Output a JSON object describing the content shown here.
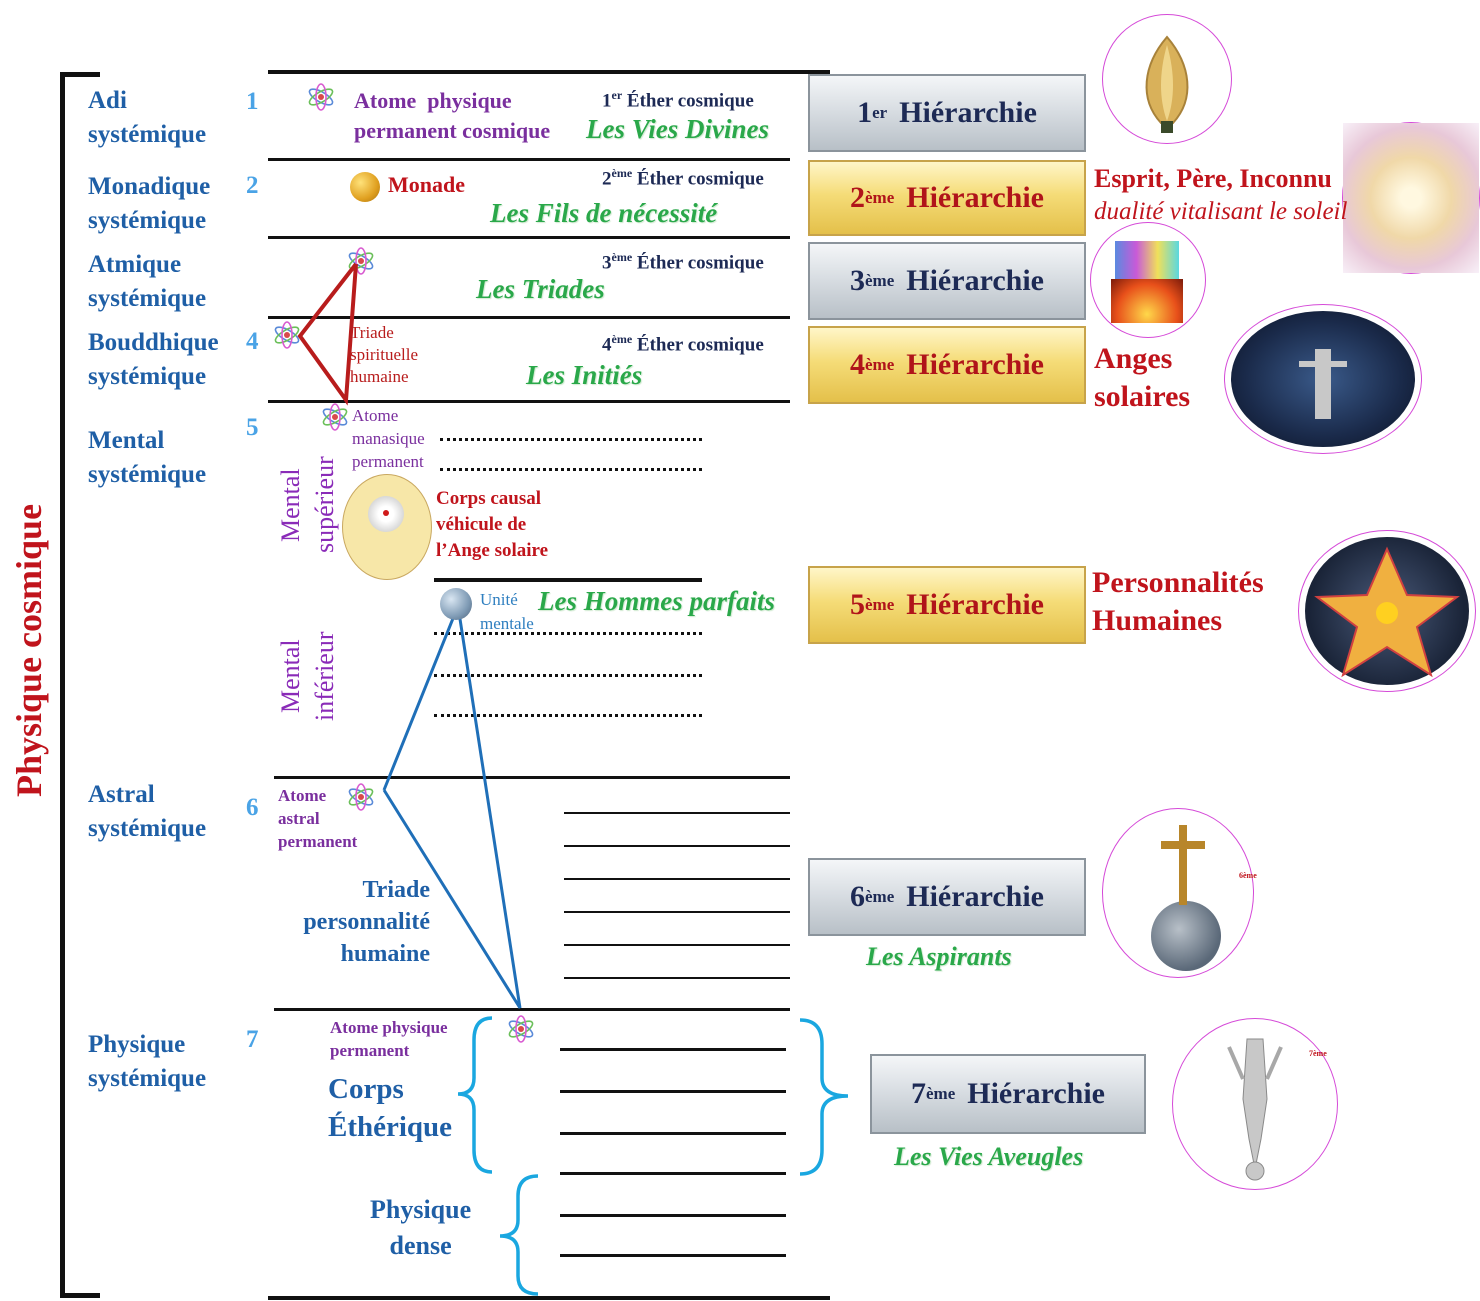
{
  "side_title": "Physique cosmique",
  "planes": [
    {
      "name": "Adi\nsystémique",
      "num": "1"
    },
    {
      "name": "Monadique\nsystémique",
      "num": "2"
    },
    {
      "name": "Atmique\nsystémique",
      "num": ""
    },
    {
      "name": "Bouddhique\nsystémique",
      "num": "4"
    },
    {
      "name": "Mental\nsystémique",
      "num": "5"
    },
    {
      "name": "Astral\nsystémique",
      "num": "6"
    },
    {
      "name": "Physique\nsystémique",
      "num": "7"
    }
  ],
  "ethers": [
    {
      "sup": "er",
      "pre": "1",
      "text": "Éther cosmique"
    },
    {
      "sup": "ème",
      "pre": "2",
      "text": "Éther cosmique"
    },
    {
      "sup": "ème",
      "pre": "3",
      "text": "Éther cosmique"
    },
    {
      "sup": "ème",
      "pre": "4",
      "text": "Éther cosmique"
    }
  ],
  "lives": {
    "divines": "Les Vies Divines",
    "fils": "Les Fils de nécessité",
    "triades": "Les Triades",
    "inities": "Les Initiés",
    "hommes": "Les Hommes parfaits",
    "aspirants": "Les Aspirants",
    "aveugles": "Les Vies Aveugles"
  },
  "labels": {
    "atome_physique_cosmique_1": "Atome  physique",
    "atome_physique_cosmique_2": "permanent cosmique",
    "monade": "Monade",
    "triade_spirituelle": "Triade\nspirituelle\nhumaine",
    "atome_manasique": "Atome\nmanasique\npermanent",
    "mental_superieur": "Mental\nsupérieur",
    "mental_inferieur": "Mental\ninférieur",
    "corps_causal": "Corps causal\nvéhicule de\nl’Ange solaire",
    "unite_mentale": "Unité\nmentale",
    "atome_astral": "Atome\nastral\npermanent",
    "triade_personnalite": "Triade\npersonnalité\nhumaine",
    "atome_physique_permanent": "Atome physique\npermanent",
    "corps_etherique": "Corps\nÉthérique",
    "physique_dense": "Physique\ndense"
  },
  "hierarchies": [
    {
      "pre": "1",
      "sup": "er",
      "text": "Hiérarchie",
      "style": "silver"
    },
    {
      "pre": "2",
      "sup": "ème",
      "text": "Hiérarchie",
      "style": "gold"
    },
    {
      "pre": "3",
      "sup": "ème",
      "text": "Hiérarchie",
      "style": "silver"
    },
    {
      "pre": "4",
      "sup": "ème",
      "text": "Hiérarchie",
      "style": "gold"
    },
    {
      "pre": "5",
      "sup": "ème",
      "text": "Hiérarchie",
      "style": "gold"
    },
    {
      "pre": "6",
      "sup": "ème",
      "text": "Hiérarchie",
      "style": "silver"
    },
    {
      "pre": "7",
      "sup": "ème",
      "text": "Hiérarchie",
      "style": "silver"
    }
  ],
  "side_notes": {
    "esprit": "Esprit, Père, Inconnu",
    "dualite": "dualité vitalisant le soleil",
    "anges": "Anges\nsolaires",
    "personnalites": "Personnalités\nHumaines",
    "sixieme": "6ème",
    "septieme": "7ème"
  },
  "colors": {
    "plane_blue": "#1f5fa6",
    "green": "#2aa84a",
    "red": "#c0141c",
    "purple": "#7a2f9e",
    "navy": "#1d2a55",
    "triangle_red": "#b81c1c",
    "triangle_blue": "#1f6fb8",
    "brace_cyan": "#1aa7e0"
  }
}
